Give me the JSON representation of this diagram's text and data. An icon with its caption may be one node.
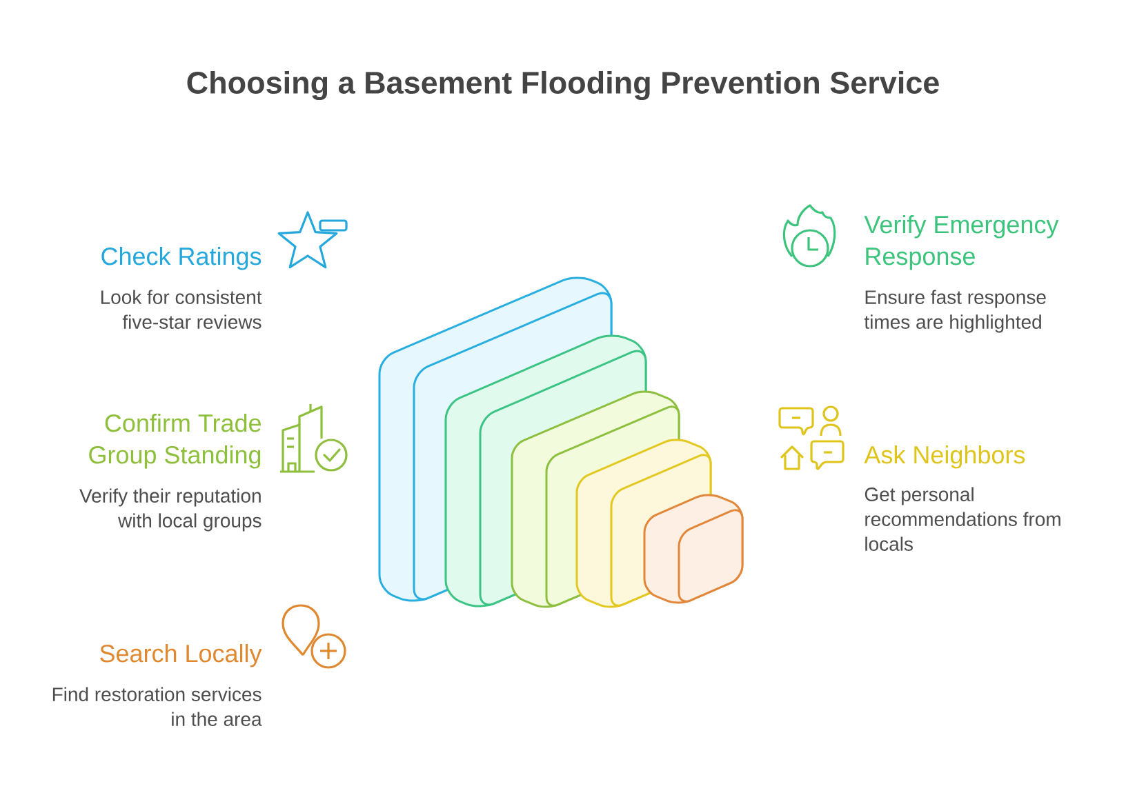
{
  "diagram": {
    "title": "Choosing a Basement Flooding Prevention Service",
    "labels": [
      "Check Ratings",
      "Look for consistent five-star reviews",
      "Verify Emergency Response",
      "Ensure fast response times are highlighted",
      "Confirm Trade Group Standing",
      "Verify their reputation with local groups",
      "Ask Neighbors",
      "Get personal recommendations from locals",
      "Search Locally",
      "Find restoration services in the area"
    ]
  }
}
